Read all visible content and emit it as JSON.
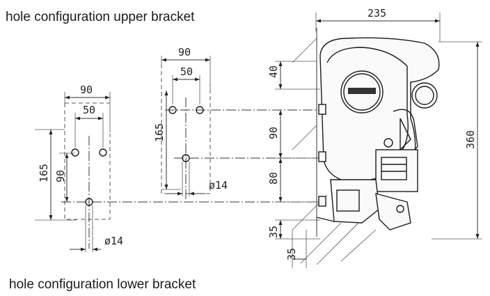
{
  "captions": {
    "upper": "hole configuration upper bracket",
    "lower": "hole configuration lower bracket"
  },
  "lower_bracket": {
    "width_outer": "90",
    "width_inner": "50",
    "height_total": "165",
    "height_inner": "90",
    "hole_diameter": "ø14"
  },
  "upper_bracket": {
    "width_outer": "90",
    "width_inner": "50",
    "height_total": "165",
    "hole_diameter": "ø14"
  },
  "mechanism": {
    "overall_width": "235",
    "overall_height": "360",
    "offset_top": "40",
    "spacing_1": "90",
    "spacing_2": "80",
    "offset_bottom": "35",
    "offset_side": "35"
  }
}
